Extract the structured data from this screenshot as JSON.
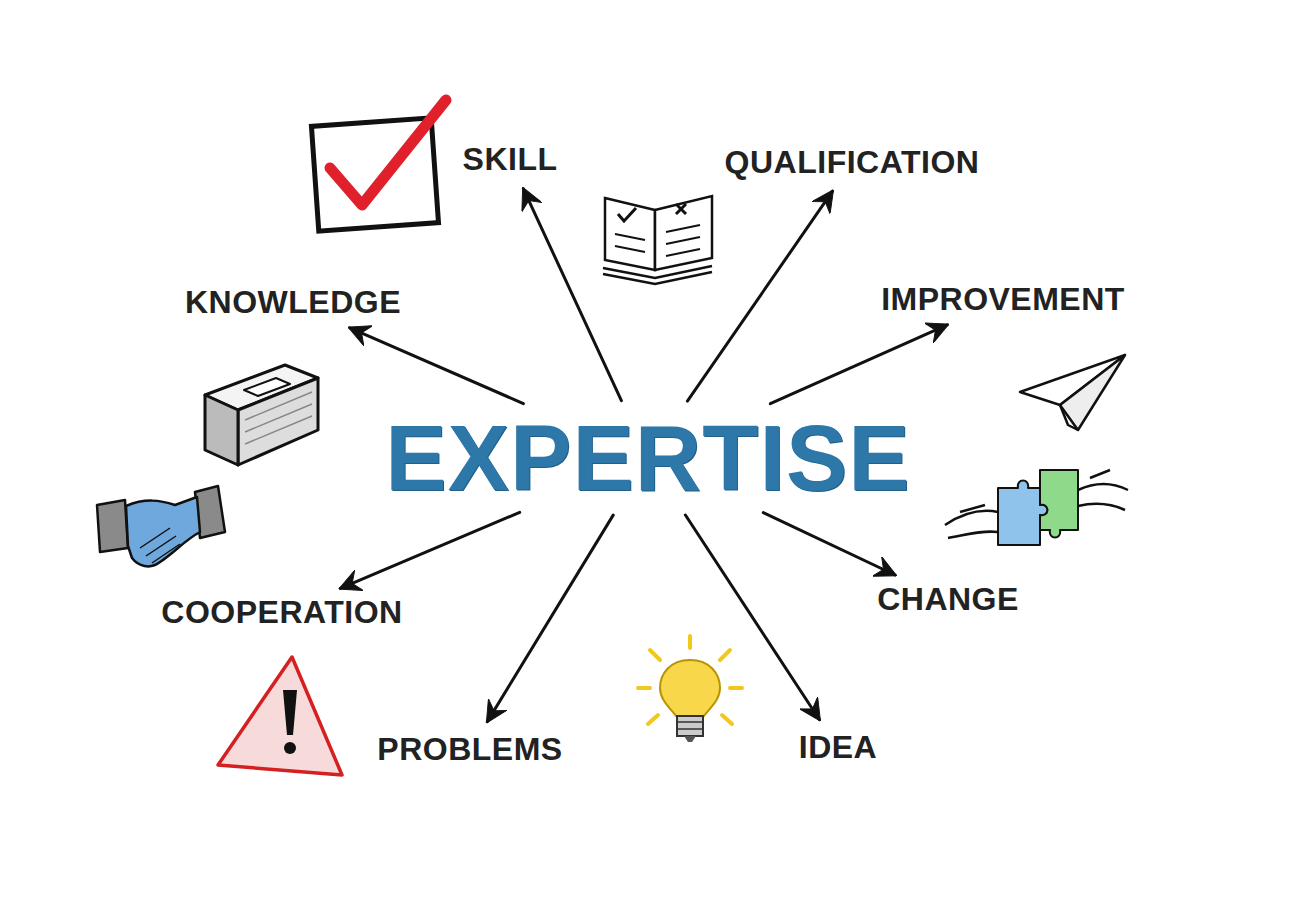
{
  "diagram": {
    "nodes": [
      {
        "text": [
          "SKILL"
        ]
      },
      {
        "text": [
          "QUALIFICATION"
        ]
      },
      {
        "text": [
          "KNOWLEDGE"
        ]
      },
      {
        "text": [
          "IMPROVEMENT"
        ]
      },
      {
        "text": [
          "EXPERTISE"
        ]
      },
      {
        "text": [
          "CHANGE"
        ]
      },
      {
        "text": [
          "COOPERATION"
        ]
      },
      {
        "text": [
          "PROBLEMS"
        ]
      },
      {
        "text": [
          "IDEA"
        ]
      }
    ],
    "edges": [
      {
        "from": 4,
        "to": 0,
        "arrow": "to"
      },
      {
        "from": 4,
        "to": 1,
        "arrow": "to"
      },
      {
        "from": 4,
        "to": 2,
        "arrow": "to"
      },
      {
        "from": 4,
        "to": 3,
        "arrow": "to"
      },
      {
        "from": 4,
        "to": 5,
        "arrow": "to"
      },
      {
        "from": 4,
        "to": 6,
        "arrow": "to"
      },
      {
        "from": 4,
        "to": 7,
        "arrow": "to"
      },
      {
        "from": 4,
        "to": 8,
        "arrow": "to"
      }
    ]
  }
}
